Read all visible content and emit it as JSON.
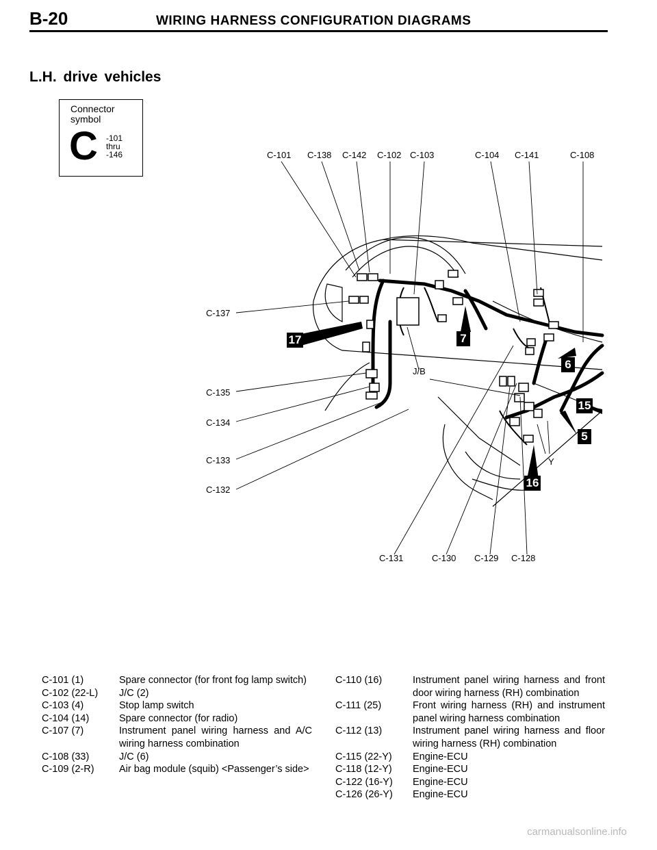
{
  "header": {
    "page_number": "B-20",
    "title": "WIRING HARNESS CONFIGURATION DIAGRAMS"
  },
  "section_heading": "L.H. drive vehicles",
  "connector_symbol": {
    "label": "Connector symbol",
    "letter": "C",
    "range": [
      "-101",
      "thru",
      "-146"
    ]
  },
  "diagram": {
    "top_labels": [
      "C-101",
      "C-138",
      "C-142",
      "C-102",
      "C-103",
      "C-104",
      "C-141",
      "C-108"
    ],
    "left_labels": [
      "C-137",
      "C-135",
      "C-134",
      "C-133",
      "C-132"
    ],
    "bottom_labels": [
      "C-131",
      "C-130",
      "C-129",
      "C-128"
    ],
    "inner_labels": {
      "jb": "J/B",
      "y": "Y"
    },
    "markers": [
      "17",
      "7",
      "6",
      "15",
      "5",
      "16"
    ]
  },
  "legend_left": [
    {
      "code": "C-101 (1)",
      "desc": "Spare connector (for front fog lamp switch)"
    },
    {
      "code": "C-102 (22-L)",
      "desc": "J/C (2)"
    },
    {
      "code": "C-103 (4)",
      "desc": "Stop lamp switch"
    },
    {
      "code": "C-104 (14)",
      "desc": "Spare connector (for radio)"
    },
    {
      "code": "C-107 (7)",
      "desc": "Instrument panel wiring harness and A/C wiring harness combination"
    },
    {
      "code": "C-108 (33)",
      "desc": "J/C (6)"
    },
    {
      "code": "C-109 (2-R)",
      "desc": "Air bag module (squib) <Passenger’s side>"
    }
  ],
  "legend_right": [
    {
      "code": "C-110 (16)",
      "desc": "Instrument panel wiring harness and front door wiring harness (RH) combination"
    },
    {
      "code": "C-111 (25)",
      "desc": "Front wiring harness (RH) and instrument panel wiring harness combination"
    },
    {
      "code": "C-112 (13)",
      "desc": "Instrument panel wiring harness and floor wiring harness (RH) combination"
    },
    {
      "code": "C-115 (22-Y)",
      "desc": "Engine-ECU"
    },
    {
      "code": "C-118 (12-Y)",
      "desc": "Engine-ECU"
    },
    {
      "code": "C-122 (16-Y)",
      "desc": "Engine-ECU"
    },
    {
      "code": "C-126 (26-Y)",
      "desc": "Engine-ECU"
    }
  ],
  "watermark": "carmanualsonline.info"
}
